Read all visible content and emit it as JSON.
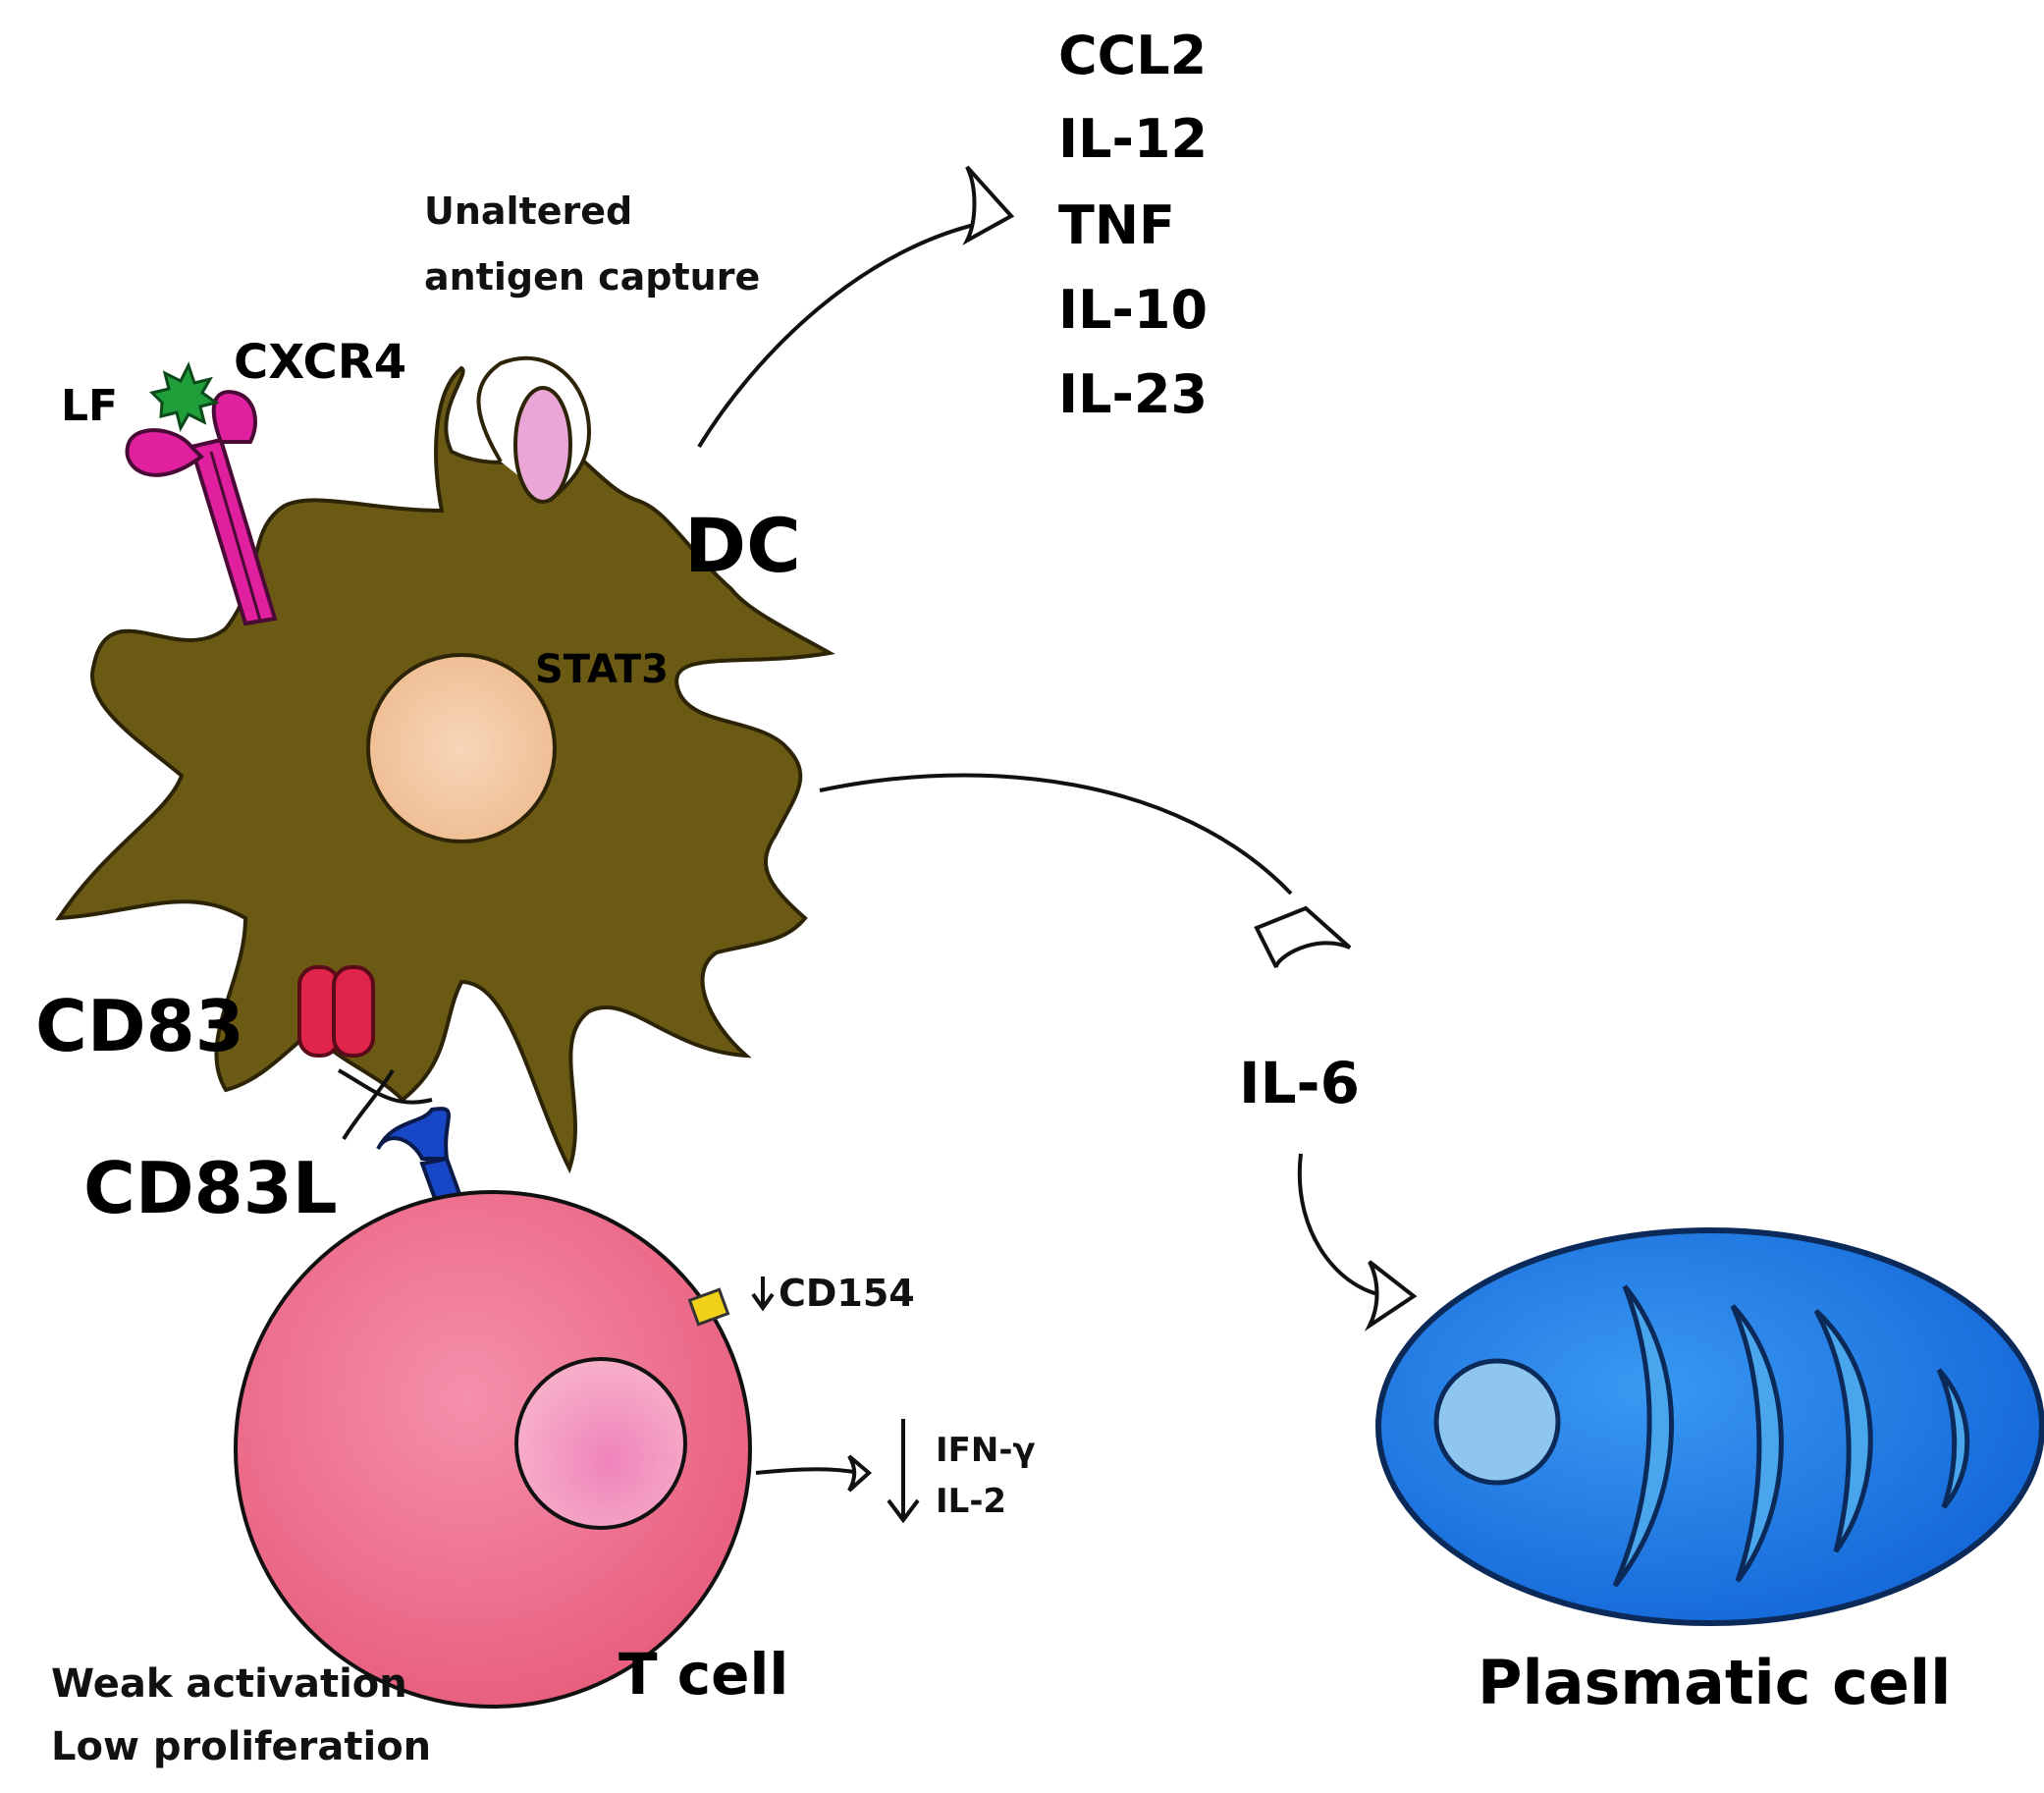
{
  "labels": {
    "cytokines": [
      "CCL2",
      "IL-12",
      "TNF",
      "IL-10",
      "IL-23"
    ],
    "unaltered_line1": "Unaltered",
    "unaltered_line2": "antigen capture",
    "cxcr4": "CXCR4",
    "lf": "LF",
    "dc": "DC",
    "stat3": "STAT3",
    "cd83": "CD83",
    "cd83l": "CD83L",
    "cd154": "CD154",
    "ifn": "IFN-γ",
    "il2": "IL-2",
    "il6": "IL-6",
    "tcell": "T cell",
    "weak": "Weak activation",
    "low": "Low proliferation",
    "plasmatic": "Plasmatic cell"
  },
  "colors": {
    "dc_body": "#6b5a14",
    "dc_nucleus": "#f2c49a",
    "receptor_cxcr4": "#e0209e",
    "lf_ligand": "#1f9e3a",
    "antigen": "#e9a6d6",
    "cd83": "#e0244a",
    "cd83l": "#1747c7",
    "cd154": "#f0d018",
    "tcell_body": "#f07595",
    "tcell_nucleus": "#f6a9c6",
    "plasma_body": "#1e7fe8",
    "plasma_nucleus": "#8fc6ee",
    "plasma_er": "#4aa6ec"
  },
  "icons": [
    "down-arrow-icon"
  ]
}
